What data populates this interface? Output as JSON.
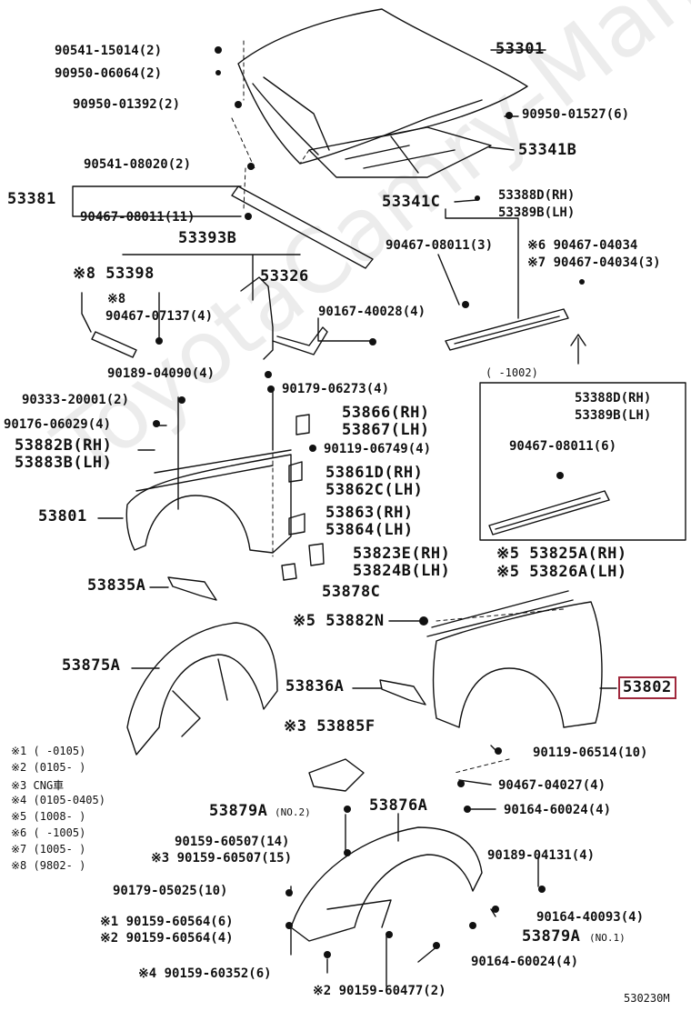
{
  "watermark": "ToyotaCamry-Manual.ru",
  "labels": {
    "p53301": "53301",
    "p90541_15014": "90541-15014(2)",
    "p90950_06064": "90950-06064(2)",
    "p90950_01392": "90950-01392(2)",
    "p90950_01527": "90950-01527(6)",
    "p53341B": "53341B",
    "p90541_08020": "90541-08020(2)",
    "p53381": "53381",
    "p90467_08011_11": "90467-08011(11)",
    "p53341C": "53341C",
    "p53388D_a": "53388D(RH)",
    "p53389B_a": "53389B(LH)",
    "p90467_08011_3": "90467-08011(3)",
    "p90467_04034_6": "※6 90467-04034",
    "p90467_04034_7": "※7 90467-04034(3)",
    "p53393B": "53393B",
    "p53398": "※8 53398",
    "p53326": "53326",
    "p8note": "※8",
    "p90467_07137": "90467-07137(4)",
    "p90167_40028": "90167-40028(4)",
    "p90189_04090": "90189-04090(4)",
    "p90179_06273": "90179-06273(4)",
    "p1002": "(    -1002)",
    "p53388D_b": "53388D(RH)",
    "p53389B_b": "53389B(LH)",
    "p90467_08011_6": "90467-08011(6)",
    "p90333": "90333-20001(2)",
    "p90176": "90176-06029(4)",
    "p53866": "53866(RH)",
    "p53867": "53867(LH)",
    "p53882B": "53882B(RH)",
    "p53883B": "53883B(LH)",
    "p90119_06749": "90119-06749(4)",
    "p53861D": "53861D(RH)",
    "p53862C": "53862C(LH)",
    "p53801": "53801",
    "p53863": "53863(RH)",
    "p53864": "53864(LH)",
    "p53823E": "53823E(RH)",
    "p53824B": "53824B(LH)",
    "p53835A": "53835A",
    "p53878C": "53878C",
    "p53825A": "※5 53825A(RH)",
    "p53826A": "※5 53826A(LH)",
    "p53882N": "※5 53882N",
    "p53875A": "53875A",
    "p53836A": "53836A",
    "p53802": "53802",
    "p53885F": "※3 53885F",
    "p90119_06514": "90119-06514(10)",
    "p90467_04027": "90467-04027(4)",
    "p53879A_2": "53879A",
    "p53879A_2note": "(NO.2)",
    "p53876A": "53876A",
    "p90164_60024_a": "90164-60024(4)",
    "p90159_60507_14": "90159-60507(14)",
    "p90159_60507_15": "※3 90159-60507(15)",
    "p90189_04131": "90189-04131(4)",
    "p90179_05025": "90179-05025(10)",
    "p90159_60564_6": "※1 90159-60564(6)",
    "p90159_60564_4": "※2 90159-60564(4)",
    "p90164_40093": "90164-40093(4)",
    "p53879A_1": "53879A",
    "p53879A_1note": "(NO.1)",
    "p90164_60024_b": "90164-60024(4)",
    "p90159_60352": "※4 90159-60352(6)",
    "p90159_60477": "※2 90159-60477(2)",
    "footer": "530230M"
  },
  "legend": [
    "※1 (      -0105)",
    "※2 (0105-      )",
    "※3 CNG車",
    "※4 (0105-0405)",
    "※5 (1008-      )",
    "※6 (      -1005)",
    "※7 (1005-      )",
    "※8 (9802-      )"
  ],
  "colors": {
    "highlight": "#a0283c",
    "ink": "#111111"
  }
}
